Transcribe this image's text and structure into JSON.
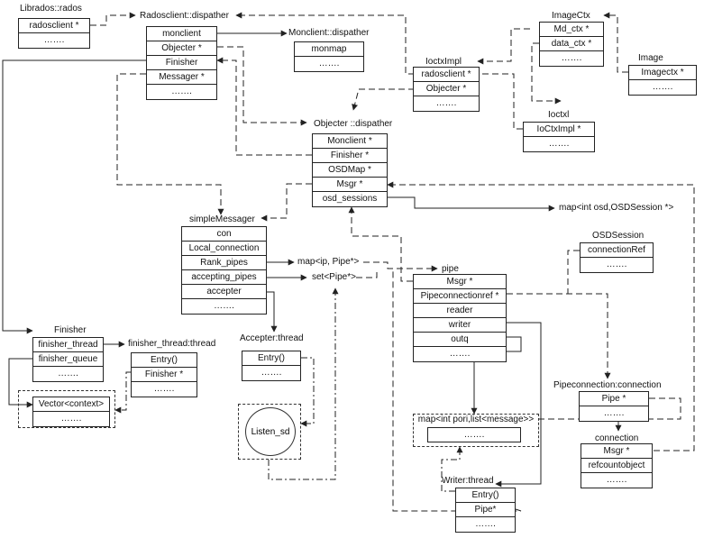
{
  "diagram": {
    "labels": {
      "librados": "Librados::rados",
      "radosclient_dispatcher": "Radosclient::dispather",
      "monclient_dispatcher": "Monclient::dispather",
      "imagectx": "ImageCtx",
      "image": "Image",
      "ioctximpl": "IoctxImpl",
      "ioctxl": "Ioctxl",
      "objecter_dispatcher": "Objecter ::dispather",
      "simple_messager": "simpleMessager",
      "map_osd_sessions": "map<int osd,OSDSession *>",
      "osdsession": "OSDSession",
      "map_rank_pipes": "map<ip, Pipe*>",
      "set_pipes": "set<Pipe*>",
      "pipe": "pipe",
      "finisher": "Finisher",
      "finisher_thread": "finisher_thread:thread",
      "accepter_thread": "Accepter:thread",
      "pipeconnection": "Pipeconnection:connection",
      "connection": "connection",
      "writer_thread": "Writer:thread"
    },
    "boxes": {
      "rados": [
        "radosclient *",
        "……."
      ],
      "radosclient": [
        "monclient",
        "Objecter *",
        "Finisher",
        "Messager *",
        "……."
      ],
      "monclient": [
        "monmap",
        "……."
      ],
      "imagectx": [
        "Md_ctx *",
        "data_ctx *",
        "……."
      ],
      "image": [
        "Imagectx *",
        "……."
      ],
      "ioctximpl": [
        "radosclient *",
        "Objecter *",
        "……."
      ],
      "ioctxl": [
        "IoCtxImpl *",
        "……."
      ],
      "objecter": [
        "Monclient *",
        "Finisher *",
        "OSDMap *",
        "Msgr *",
        "osd_sessions"
      ],
      "simple_messager": [
        "con",
        "Local_connection",
        "Rank_pipes",
        "accepting_pipes",
        "accepter",
        "……."
      ],
      "osdsession": [
        "connectionRef",
        "……."
      ],
      "pipe": [
        "Msgr *",
        "Pipeconnectionref *",
        "reader",
        "writer",
        "outq",
        "……."
      ],
      "finisher": [
        "finisher_thread",
        "finisher_queue",
        "……."
      ],
      "finisher_thread": [
        "Entry()",
        "Finisher *",
        "……."
      ],
      "vector_context": [
        "Vector<context>",
        "……."
      ],
      "accepter_thread": [
        "Entry()",
        "……."
      ],
      "listen_sd": "Listen_sd",
      "map_pipes_messages": [
        "map<int pori,list<message>>",
        "……."
      ],
      "pipeconnection": [
        "Pipe *",
        "……."
      ],
      "connection": [
        "Msgr *",
        "refcountobject",
        "……."
      ],
      "writer_thread": [
        "Entry()",
        "Pipe*",
        "……."
      ]
    }
  }
}
